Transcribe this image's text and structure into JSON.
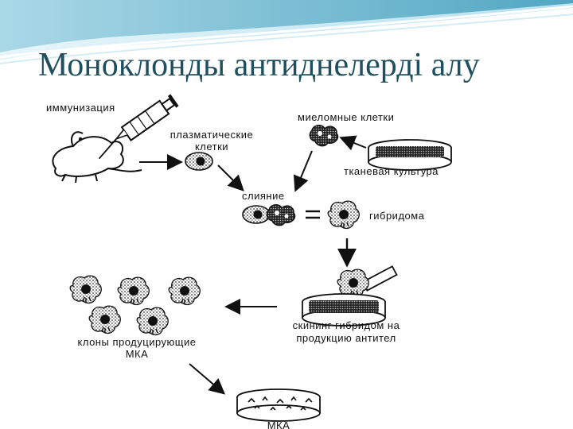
{
  "slide": {
    "title": "Моноклонды антиднелерді алу",
    "header_color": "#4aa3bf"
  },
  "diagram": {
    "labels": {
      "immunization": "иммунизация",
      "plasma_cells_1": "плазматические",
      "plasma_cells_2": "клетки",
      "myeloma_cells": "миеломные клетки",
      "tissue_culture": "тканевая культура",
      "fusion": "слияние",
      "hybridoma": "гибридома",
      "screening_1": "скининг гибридом на",
      "screening_2": "продукцию антител",
      "clones_1": "клоны продуцирующие",
      "clones_2": "МКА",
      "mka": "МКА"
    },
    "icons": {
      "mouse": "mouse-icon",
      "syringe": "syringe-icon",
      "cell": "cell-icon",
      "dish": "petri-dish-icon",
      "equals": "equals-icon",
      "arrow": "arrow-icon"
    }
  }
}
